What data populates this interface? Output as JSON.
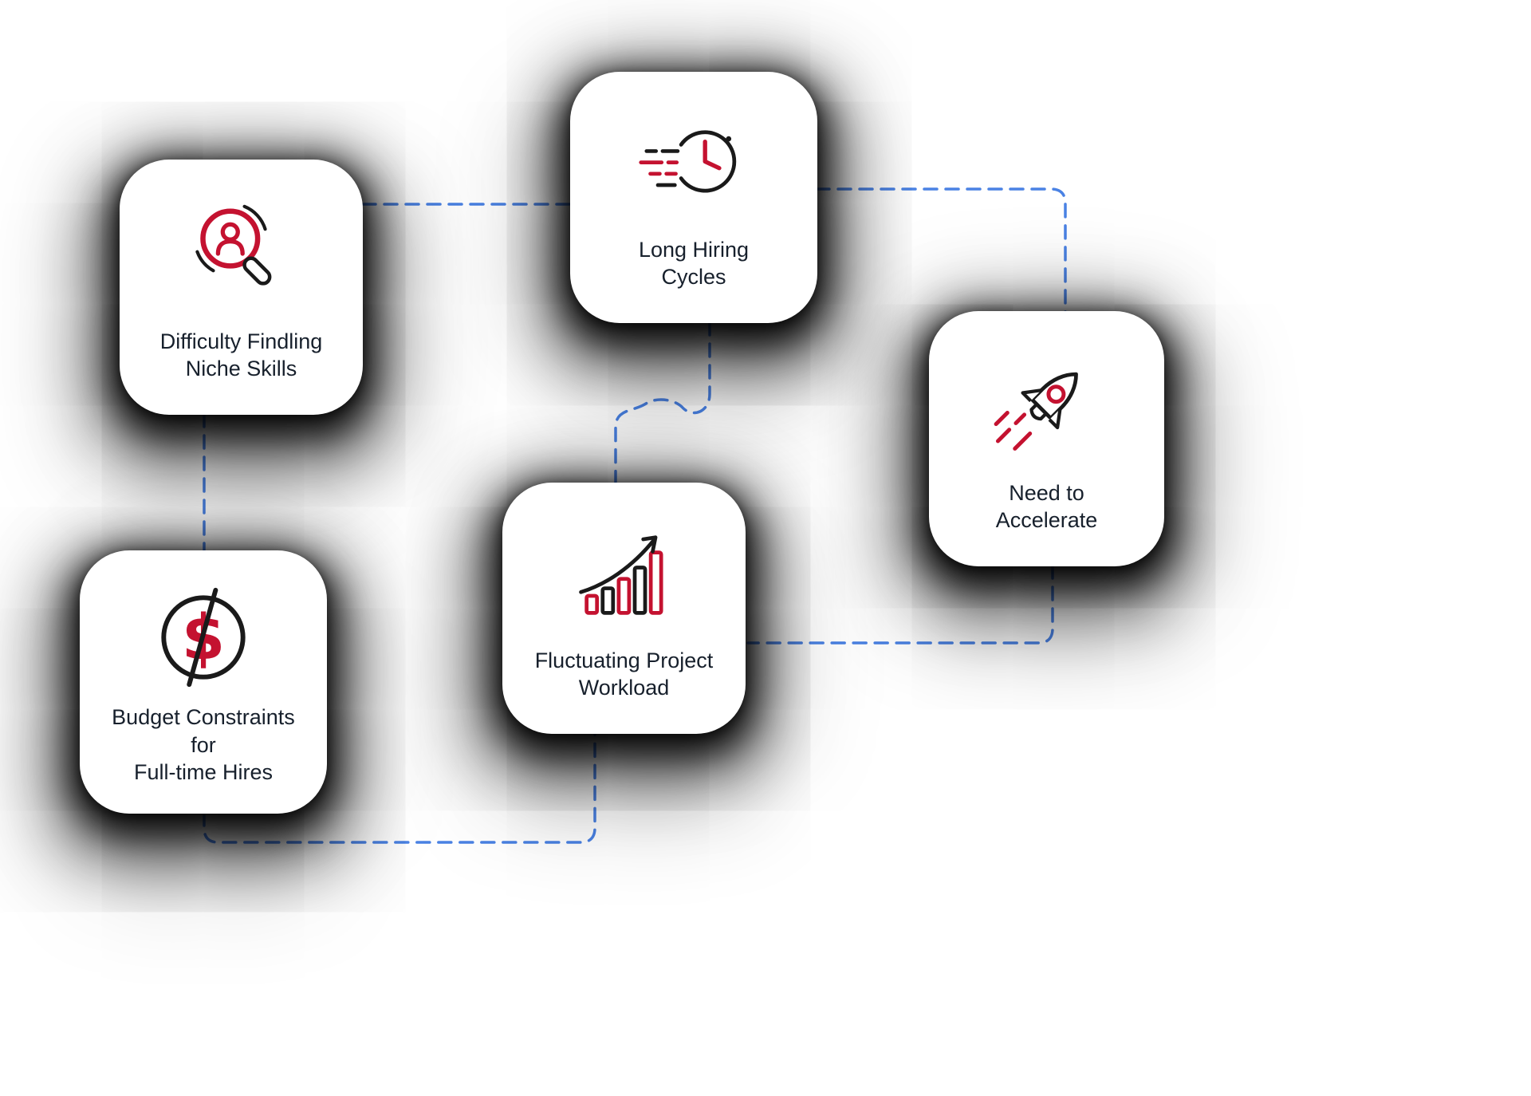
{
  "palette": {
    "accent_red": "#c41230",
    "connector_blue": "#4a82e4",
    "ink": "#1a1a1a",
    "card_bg": "#ffffff",
    "text": "#17202c"
  },
  "cards": [
    {
      "id": "difficulty-niche-skills",
      "icon": "magnifier-person-icon",
      "label_lines": [
        "Difficulty Findling",
        "Niche Skills"
      ]
    },
    {
      "id": "long-hiring-cycles",
      "icon": "fast-clock-icon",
      "label_lines": [
        "Long Hiring",
        "Cycles"
      ]
    },
    {
      "id": "need-to-accelerate",
      "icon": "rocket-icon",
      "label_lines": [
        "Need to",
        "Accelerate"
      ]
    },
    {
      "id": "fluctuating-project-workload",
      "icon": "growth-bars-icon",
      "label_lines": [
        "Fluctuating Project",
        "Workload"
      ]
    },
    {
      "id": "budget-constraints-full-time",
      "icon": "no-dollar-icon",
      "label_lines": [
        "Budget Constraints",
        "for",
        "Full-time Hires"
      ]
    }
  ],
  "connectors": [
    {
      "from": "difficulty-niche-skills",
      "to": "long-hiring-cycles"
    },
    {
      "from": "long-hiring-cycles",
      "to": "need-to-accelerate"
    },
    {
      "from": "long-hiring-cycles",
      "to": "fluctuating-project-workload"
    },
    {
      "from": "need-to-accelerate",
      "to": "fluctuating-project-workload"
    },
    {
      "from": "difficulty-niche-skills",
      "to": "budget-constraints-full-time"
    },
    {
      "from": "budget-constraints-full-time",
      "to": "fluctuating-project-workload"
    }
  ]
}
